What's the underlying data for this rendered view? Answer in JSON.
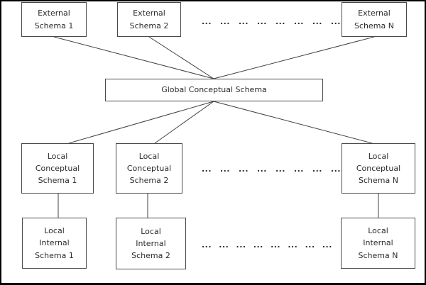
{
  "styles": {
    "frame_border_color": "#000000",
    "box_border_color": "#4a4a4a",
    "line_color": "#404040",
    "text_color": "#2b2b2b",
    "background": "#ffffff"
  },
  "external_schemas": {
    "boxes": [
      {
        "label": "External\nSchema 1"
      },
      {
        "label": "External\nSchema 2"
      },
      {
        "label": "External\nSchema N"
      }
    ],
    "dots": [
      "...",
      "...",
      "...",
      "...",
      "...",
      "...",
      "...",
      "..."
    ]
  },
  "global_schema": {
    "label": "Global Conceptual Schema"
  },
  "local_conceptual_schemas": {
    "boxes": [
      {
        "label": "Local\nConceptual\nSchema 1"
      },
      {
        "label": "Local\nConceptual\nSchema 2"
      },
      {
        "label": "Local\nConceptual\nSchema N"
      }
    ],
    "dots": [
      "...",
      "...",
      "...",
      "...",
      "...",
      "...",
      "...",
      "..."
    ]
  },
  "local_internal_schemas": {
    "boxes": [
      {
        "label": "Local\nInternal\nSchema 1"
      },
      {
        "label": "Local\nInternal\nSchema 2"
      },
      {
        "label": "Local\nInternal\nSchema N"
      }
    ],
    "dots": [
      "...",
      "...",
      "...",
      "...",
      "...",
      "...",
      "...",
      "..."
    ]
  }
}
